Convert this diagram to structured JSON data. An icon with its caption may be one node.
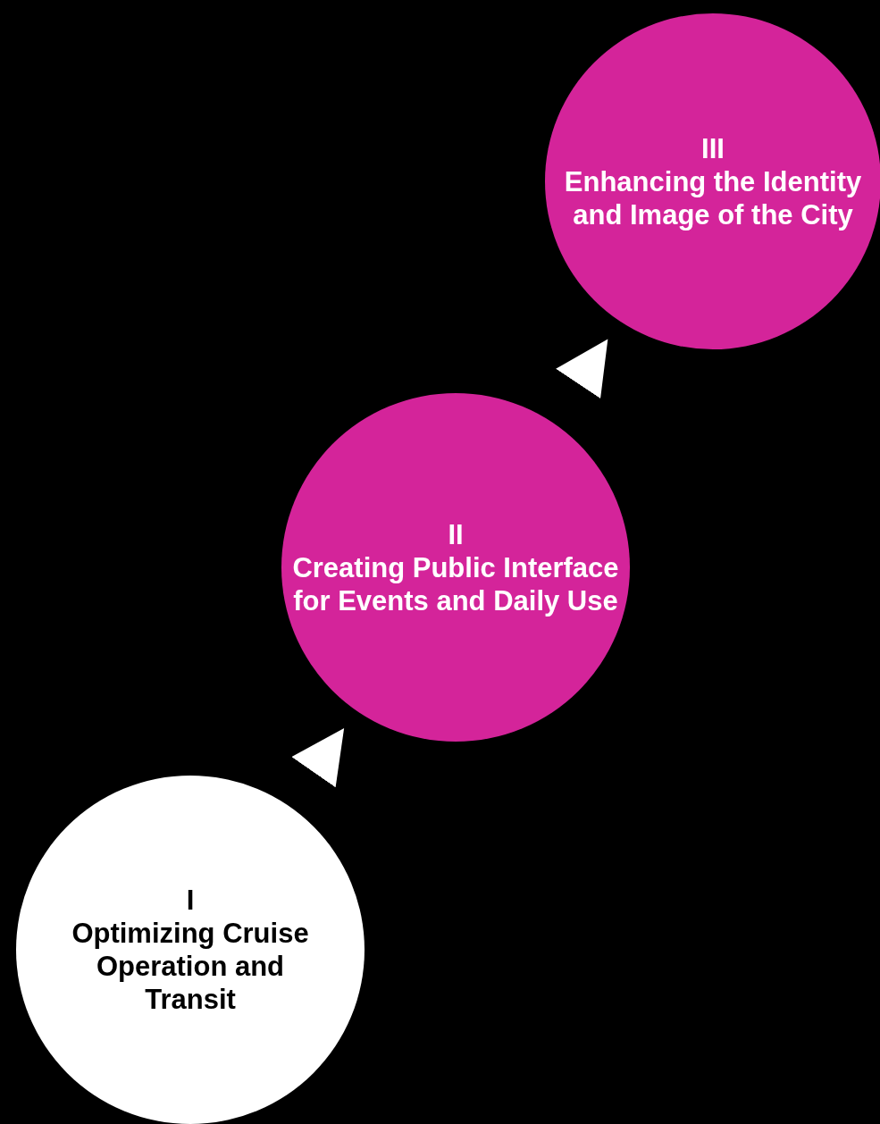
{
  "diagram": {
    "nodes": [
      {
        "text": [
          "I",
          "Optimizing Cruise Operation and Transit"
        ]
      },
      {
        "text": [
          "II",
          "Creating Public Interface for Events and Daily Use"
        ]
      },
      {
        "text": [
          "III",
          "Enhancing the Identity and Image of the City"
        ]
      }
    ],
    "edges": [
      {
        "from": 0,
        "to": 1,
        "arrow": "to"
      },
      {
        "from": 1,
        "to": 2,
        "arrow": "to"
      }
    ]
  }
}
